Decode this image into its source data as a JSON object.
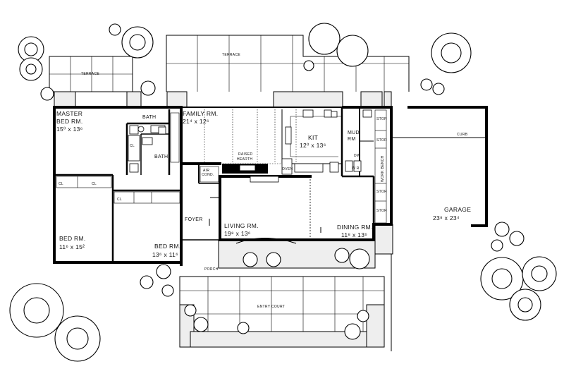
{
  "plan": {
    "rooms": {
      "master_name": "MASTER",
      "master_name2": "BED RM.",
      "master_dim": "15⁰ x 13⁶",
      "bath1": "BATH",
      "bath2": "BATH",
      "family_name": "FAMILY RM.",
      "family_dim": "21⁴ x 12⁶",
      "kit_name": "KIT",
      "kit_dim": "12⁰ x 13⁶",
      "mud_name": "MUD",
      "mud_name2": "RM",
      "bed2_name": "BED RM.",
      "bed2_dim": "11⁶ x 15²",
      "bed3_name": "BED RM.",
      "bed3_dim": "13⁶ x 11⁶",
      "foyer": "FOYER",
      "living_name": "LIVING RM.",
      "living_dim": "19⁸ x 13⁶",
      "dining_name": "DINING RM.",
      "dining_dim": "11⁸ x 13⁶",
      "garage_name": "GARAGE",
      "garage_dim": "23⁸ x 23⁴",
      "porch": "PORCH"
    },
    "outdoor": {
      "terrace_left": "TERRACE",
      "terrace_top": "TERRACE",
      "entry_court": "ENTRY COURT",
      "curb": "CURB"
    },
    "fixtures": {
      "raised_hearth": "RAISED",
      "raised_hearth2": "HEARTH",
      "air_cond": "AIR",
      "air_cond2": "COND.",
      "oven": "OVEN",
      "stor1": "STOR",
      "stor2": "STOR",
      "stor3": "STOR",
      "stor4": "STOR",
      "work_bench": "WORK BENCH",
      "cl1": "CL",
      "cl2": "CL",
      "cl3": "CL",
      "cl4": "CL",
      "wr": "W R",
      "dw": "DW"
    }
  }
}
